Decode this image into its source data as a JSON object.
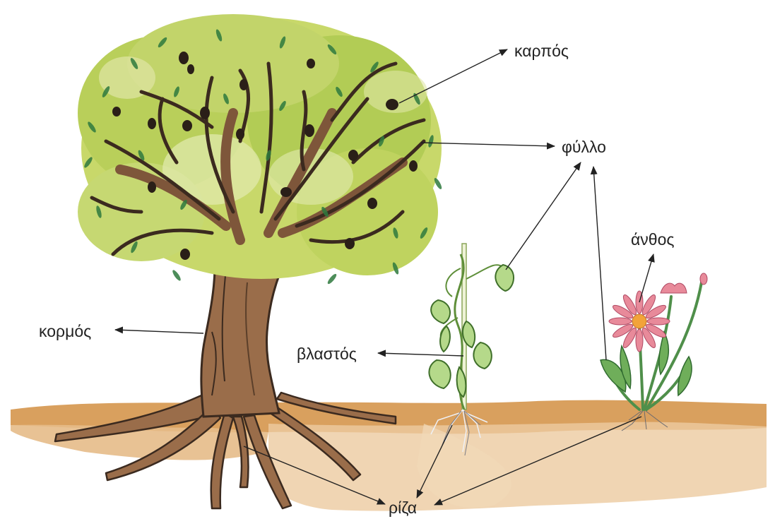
{
  "labels": {
    "fruit": "καρπός",
    "leaf": "φύλλο",
    "flower": "άνθος",
    "trunk": "κορμός",
    "stem": "βλαστός",
    "root": "ρίζα"
  },
  "colors": {
    "soil": "#e2b27a",
    "soil_dark": "#c98a4b",
    "trunk": "#9a6d4a",
    "trunk_dark": "#3b2a1f",
    "foliage": "#b9cf5a",
    "foliage_light": "#d6e07a",
    "leaf": "#2f7a3e",
    "olive": "#2a1f18",
    "plant_leaf": "#b5d98a",
    "flower_petal": "#e88a9a",
    "flower_center": "#f2a33a",
    "arrow": "#222222"
  }
}
